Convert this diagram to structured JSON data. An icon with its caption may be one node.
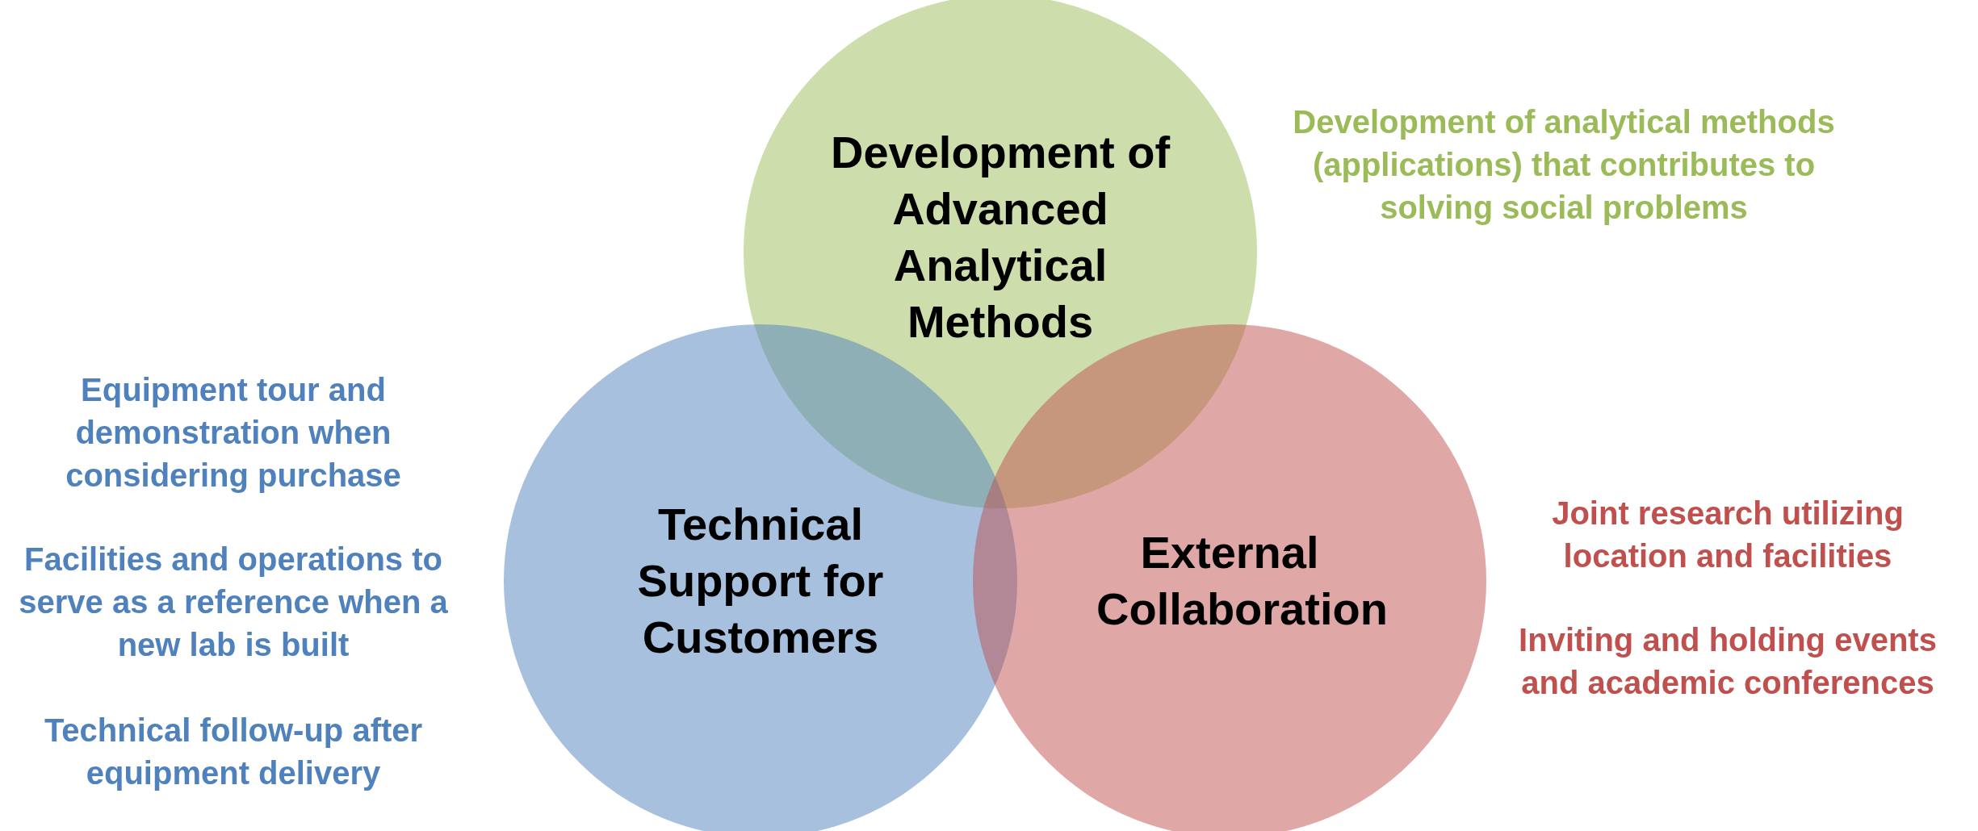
{
  "diagram": {
    "nodes": [
      {
        "text": [
          "Development of Advanced Analytical Methods"
        ],
        "beside": [
          "Development of analytical methods (applications) that contributes to solving social problems"
        ]
      },
      {
        "text": [
          "Technical Support for Customers"
        ],
        "beside": [
          "Equipment tour and demonstration when considering purchase",
          "Facilities and operations to serve as a reference when a new lab is built",
          "Technical follow-up after equipment delivery"
        ]
      },
      {
        "text": [
          "External Collaboration"
        ],
        "beside": [
          "Joint research utilizing location and facilities",
          "Inviting and holding events and academic conferences"
        ]
      }
    ]
  }
}
